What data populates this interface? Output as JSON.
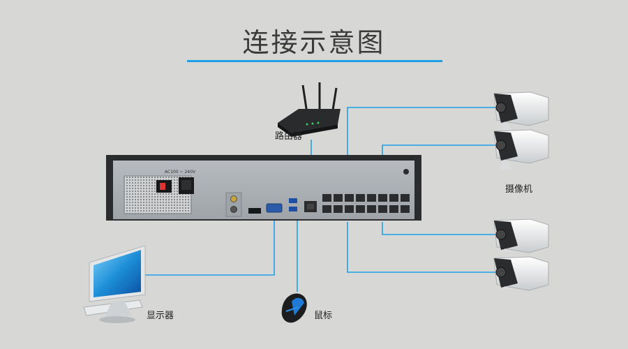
{
  "title": "连接示意图",
  "labels": {
    "router": "路由器",
    "camera": "摄像机",
    "monitor": "显示器",
    "mouse": "鼠标",
    "power_rating": "AC100 ~ 240V"
  },
  "colors": {
    "background": "#d7d8d6",
    "accent": "#1ea0e6",
    "title_text": "#3a3a3a"
  }
}
